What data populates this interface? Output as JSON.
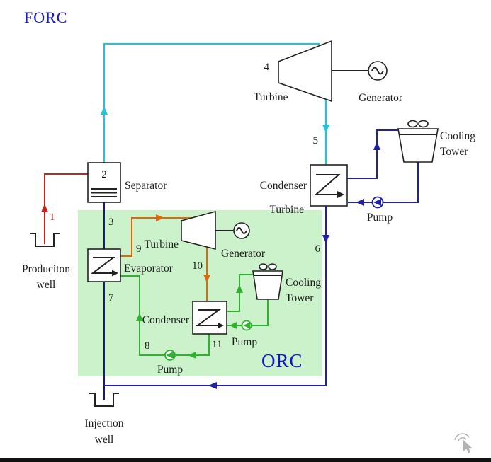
{
  "title": "FORC",
  "orc_title": "ORC",
  "labels": {
    "turbine_main": "Turbine",
    "generator_main": "Generator",
    "condenser_main": "Condenser",
    "turbine_secondary": "Turbine",
    "cooling_tower_main_line1": "Cooling",
    "cooling_tower_main_line2": "Tower",
    "pump_main": "Pump",
    "separator": "Separator",
    "production_well_line1": "Produciton",
    "production_well_line2": "well",
    "evaporator": "Evaporator",
    "turbine_orc": "Turbine",
    "generator_orc": "Generator",
    "condenser_orc": "Condenser",
    "cooling_tower_orc_line1": "Cooling",
    "cooling_tower_orc_line2": "Tower",
    "pump_orc_cooling": "Pump",
    "pump_orc": "Pump",
    "injection_well_line1": "Injection",
    "injection_well_line2": "well"
  },
  "streams": {
    "n1": "1",
    "n2": "2",
    "n3": "3",
    "n4": "4",
    "n5": "5",
    "n6": "6",
    "n7": "7",
    "n8": "8",
    "n9": "9",
    "n10": "10",
    "n11": "11"
  },
  "colors": {
    "steam_cyan": "#25c3d8",
    "brine_red": "#c2251d",
    "brine_dark": "#1b1b70",
    "cooling_navy": "#2121a8",
    "orc_vapor_orange": "#e2660a",
    "orc_liquid_green": "#2db42d",
    "orc_background": "#ccf2cc",
    "heading_blue": "#1414cc"
  }
}
